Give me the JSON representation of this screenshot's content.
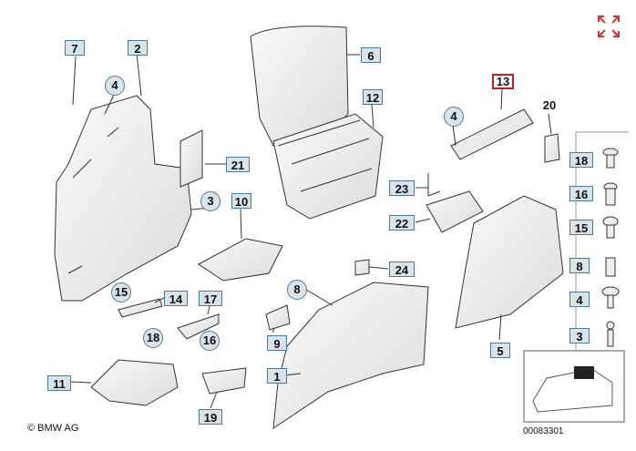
{
  "labels": {
    "l1": "1",
    "l2": "2",
    "l3": "3",
    "l4a": "4",
    "l4b": "4",
    "l4c": "4",
    "l5": "5",
    "l6": "6",
    "l7": "7",
    "l8a": "8",
    "l8b": "8",
    "l9": "9",
    "l10": "10",
    "l11": "11",
    "l12": "12",
    "l13": "13",
    "l14": "14",
    "l15a": "15",
    "l15b": "15",
    "l16a": "16",
    "l16b": "16",
    "l17": "17",
    "l18a": "18",
    "l18b": "18",
    "l19": "19",
    "l20": "20",
    "l21": "21",
    "l22": "22",
    "l23": "23",
    "l24": "24",
    "l3b": "3"
  },
  "copyright": "© BMW AG",
  "diagram_number": "00083301",
  "icons": {
    "expand": "expand-arrows-icon"
  },
  "colors": {
    "label_bg": "#d9e3ea",
    "label_border": "#4d7a96",
    "highlight": "#c81e1e"
  }
}
